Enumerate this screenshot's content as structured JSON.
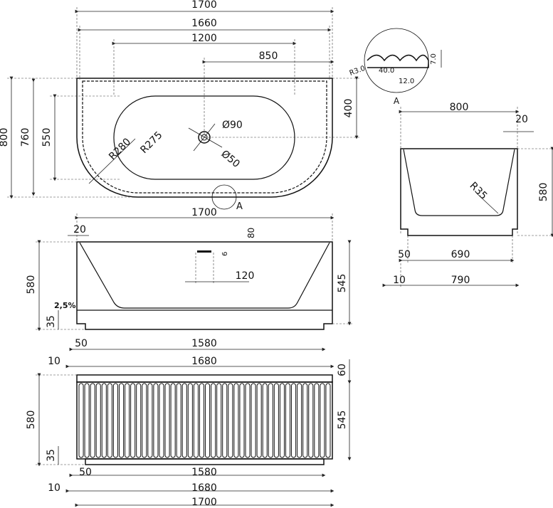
{
  "top_view": {
    "length_overall": "1700",
    "length_inner": "1660",
    "length_1200": "1200",
    "offset_850": "850",
    "offset_400": "400",
    "width_overall": "800",
    "width_760": "760",
    "width_550": "550",
    "radius_280": "R280",
    "radius_275": "R275",
    "drain_90": "Ø90",
    "overflow_50": "Ø50",
    "detail_marker": "A"
  },
  "detail_a": {
    "radius": "R3.0",
    "pitch": "40.0",
    "groove": "12.0",
    "depth": "7.0",
    "label": "A"
  },
  "side_section": {
    "top_width": "800",
    "rim": "20",
    "radius": "R35",
    "height": "580",
    "plinth_offset": "50",
    "base_width": "690",
    "offset_10": "10",
    "overall_base": "790"
  },
  "front_section": {
    "length": "1700",
    "rim_20": "20",
    "overflow_80": "80",
    "overflow_6": "6",
    "overflow_120": "120",
    "height_580": "580",
    "inner_545": "545",
    "slope": "2,5%",
    "plinth_35": "35",
    "plinth_50": "50",
    "base_1580": "1580",
    "offset_10": "10",
    "length_1680": "1680"
  },
  "front_elevation": {
    "top_60": "60",
    "height_580": "580",
    "inner_545": "545",
    "plinth_35": "35",
    "plinth_50": "50",
    "base_1580": "1580",
    "offset_10": "10",
    "length_1680": "1680",
    "length_1700": "1700"
  }
}
